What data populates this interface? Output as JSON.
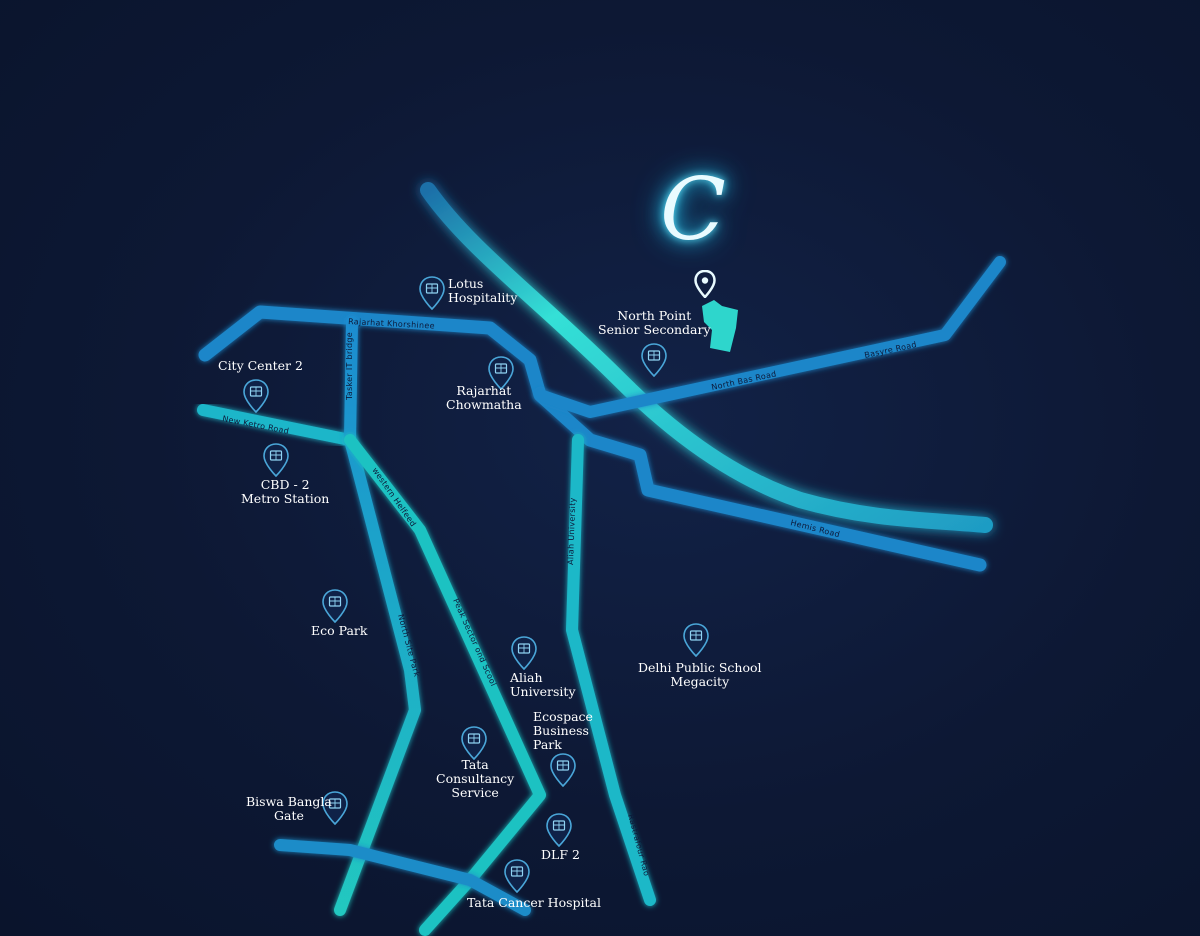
{
  "colors": {
    "background": "#0e1a36",
    "road_blue": "#1e7fc4",
    "road_teal": "#1fc9c4",
    "highway_glow": "#3ff0e0",
    "pin_outline": "#4aa6d8",
    "label": "#ffffff"
  },
  "logo": {
    "letter": "C",
    "icon": "location-pin-icon"
  },
  "roads": [
    {
      "id": "rajarhat-khorshinee",
      "label": "Rajarhat Khorshinee"
    },
    {
      "id": "tasker-it-bridge",
      "label": "Tasker IT bridge"
    },
    {
      "id": "new-ketro-road",
      "label": "New Ketro Road"
    },
    {
      "id": "western-helfeed",
      "label": "western Helfeed"
    },
    {
      "id": "north-site-park",
      "label": "North Site Park"
    },
    {
      "id": "peak-sector-road",
      "label": "Peak Sector ond Scool"
    },
    {
      "id": "aliah-university-road",
      "label": "Aliah University"
    },
    {
      "id": "north-bas-road",
      "label": "North Bas Road"
    },
    {
      "id": "basyre-road",
      "label": "Basyre Road"
    },
    {
      "id": "hemis-road",
      "label": "Hemis Road"
    },
    {
      "id": "rastrafour-road",
      "label": "Rastrafour Rao"
    }
  ],
  "pois": [
    {
      "id": "lotus-hospitality",
      "label": "Lotus\nHospitality",
      "icon": "hotel-icon"
    },
    {
      "id": "north-point",
      "label": "North Point\nSenior Secondary",
      "icon": "school-icon"
    },
    {
      "id": "city-center-2",
      "label": "City Center 2",
      "icon": "mall-icon"
    },
    {
      "id": "rajarhat-chowmatha",
      "label": "Rajarhat\nChowmatha",
      "icon": "junction-icon"
    },
    {
      "id": "cbd-2",
      "label": "CBD - 2\nMetro Station",
      "icon": "metro-icon"
    },
    {
      "id": "eco-park",
      "label": "Eco Park",
      "icon": "park-icon"
    },
    {
      "id": "delhi-public-school",
      "label": "Delhi Public School\nMegacity",
      "icon": "school-icon"
    },
    {
      "id": "aliah-university",
      "label": "Aliah\nUniversity",
      "icon": "university-icon"
    },
    {
      "id": "ecospace",
      "label": "Ecospace\nBusiness\nPark",
      "icon": "office-icon"
    },
    {
      "id": "tcs",
      "label": "Tata\nConsultancy\nService",
      "icon": "office-icon"
    },
    {
      "id": "biswa-bangla",
      "label": "Biswa Bangla\nGate",
      "icon": "landmark-icon"
    },
    {
      "id": "dlf-2",
      "label": "DLF 2",
      "icon": "office-icon"
    },
    {
      "id": "tata-cancer",
      "label": "Tata Cancer Hospital",
      "icon": "hospital-icon"
    }
  ]
}
